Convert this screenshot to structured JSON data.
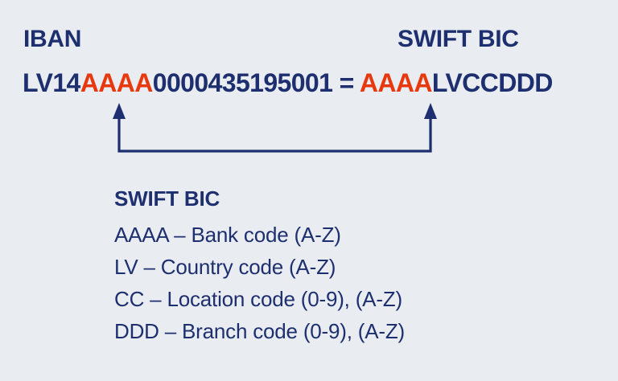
{
  "colors": {
    "background": "#e9ecf0",
    "navy": "#1d2f6f",
    "accent_red": "#e8380d"
  },
  "headings": {
    "iban": "IBAN",
    "swift": "SWIFT BIC"
  },
  "code_line": {
    "iban_prefix": "LV14",
    "iban_bank_code": "AAAA",
    "iban_account": "0000435195001",
    "equals": " = ",
    "bic_bank_code": "AAAA",
    "bic_suffix": "LVCCDDD",
    "full_iban": "LV14AAAA0000435195001",
    "full_bic": "AAAALVCCDDD"
  },
  "connector": {
    "name": "bank-code-link-arrows",
    "description": "U-shaped bracket with upward arrowheads linking the IBAN bank code to the SWIFT BIC bank code"
  },
  "legend": {
    "title": "SWIFT BIC",
    "items": [
      "AAAA – Bank code (A-Z)",
      "LV – Country code (A-Z)",
      "CC – Location code (0-9), (A-Z)",
      "DDD – Branch code (0-9), (A-Z)"
    ]
  }
}
